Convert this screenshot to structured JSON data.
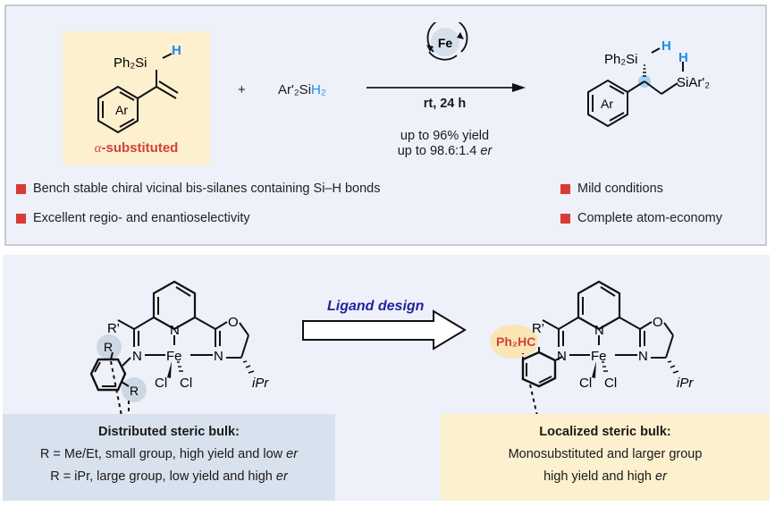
{
  "reaction": {
    "substrate": {
      "silyl_group": "Ph₂Si",
      "si_h": "H",
      "ring_label": "Ar",
      "category_prefix": "α",
      "category_suffix": "-substituted"
    },
    "plus": "+",
    "reagent": {
      "text": "Ar'₂Si",
      "h_part": "H₂"
    },
    "catalyst": "Fe",
    "conditions": "rt, 24 h",
    "yield_text": "up to 96% yield",
    "er_text_prefix": "up to 98.6:1.4 ",
    "er_text_suffix": "er",
    "product": {
      "silyl_group": "Ph₂Si",
      "si_h": "H",
      "second_h": "H",
      "second_silyl": "SiAr'₂",
      "ring_label": "Ar"
    }
  },
  "features": [
    "Bench stable chiral vicinal bis-silanes containing Si–H bonds",
    "Mild conditions",
    "Excellent regio- and enantioselectivity",
    "Complete atom-economy"
  ],
  "ligand_design": {
    "arrow_label": "Ligand design",
    "left_complex": {
      "r_prime": "R'",
      "r1": "R",
      "r2": "R",
      "n_imine": "N",
      "n_py": "N",
      "metal": "Fe",
      "n_ox": "N",
      "o": "O",
      "cl1": "Cl",
      "cl2": "Cl",
      "ipr": "iPr"
    },
    "right_complex": {
      "r_prime": "R'",
      "substituent": "Ph₂HC",
      "n_imine": "N",
      "n_py": "N",
      "metal": "Fe",
      "n_ox": "N",
      "o": "O",
      "cl1": "Cl",
      "cl2": "Cl",
      "ipr": "iPr"
    },
    "distributed": {
      "title": "Distributed steric bulk:",
      "line1_prefix": "R = Me/Et, small group, high yield and low ",
      "line1_em": "er",
      "line2_prefix": "R = iPr, large group, low yield and high ",
      "line2_em": "er"
    },
    "localized": {
      "title": "Localized steric bulk:",
      "line1": "Monosubstituted and larger group",
      "line2_prefix": "high yield and high ",
      "line2_em": "er"
    }
  },
  "colors": {
    "panel_bg": "#eef1f9",
    "accent_red": "#d83a35",
    "accent_blue": "#1f8ce6",
    "ligand_label": "#24239c",
    "highlight_yellow": "#fdf0cf",
    "highlight_gray_blue": "#d8e1ee"
  }
}
